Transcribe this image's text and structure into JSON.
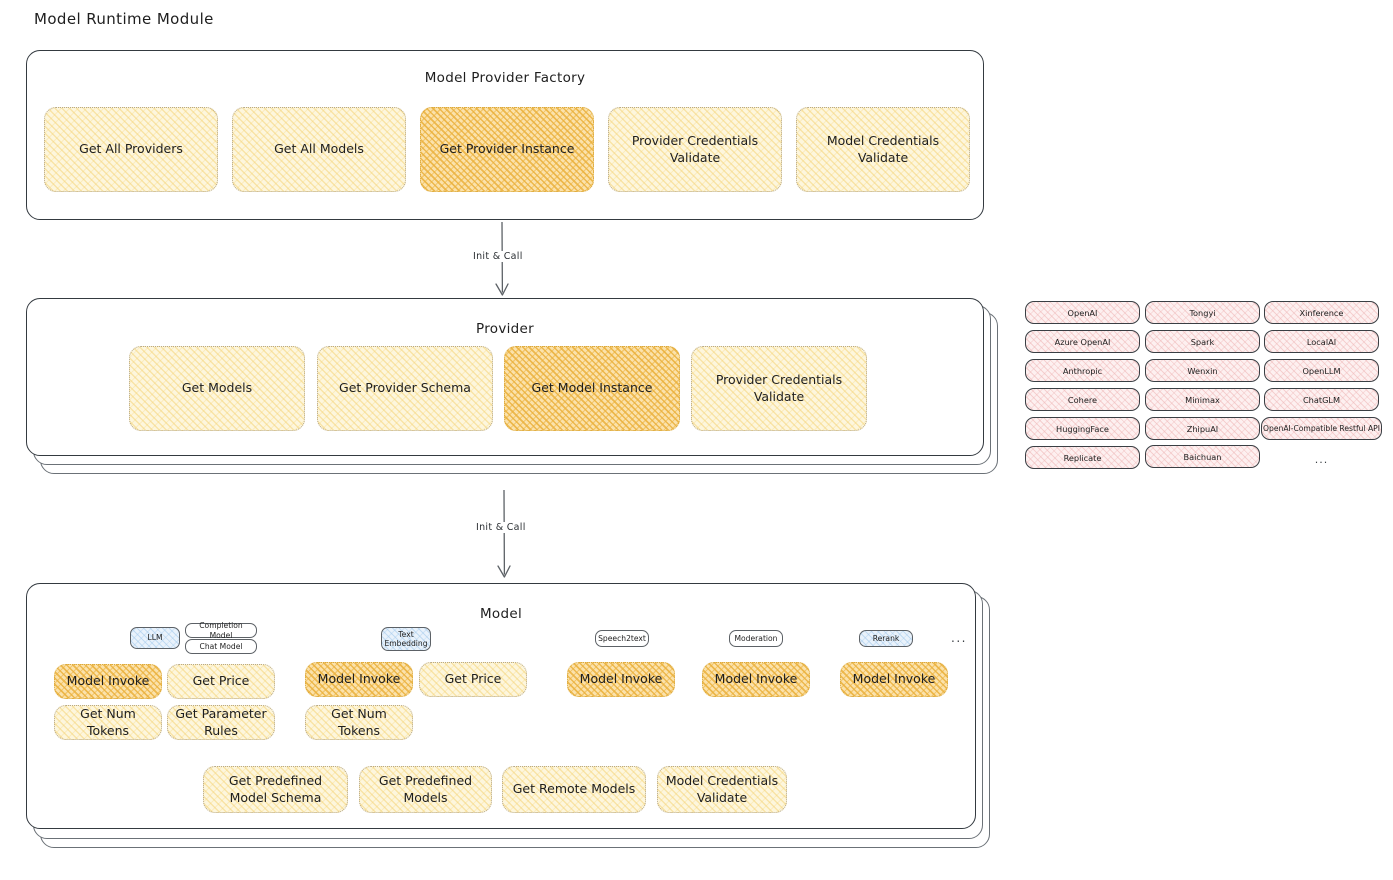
{
  "page": {
    "title": "Model Runtime Module"
  },
  "factory": {
    "label": "Model Provider Factory",
    "cards": [
      {
        "label": "Get All Providers",
        "highlight": false
      },
      {
        "label": "Get All Models",
        "highlight": false
      },
      {
        "label": "Get Provider Instance",
        "highlight": true
      },
      {
        "label": "Provider Credentials Validate",
        "highlight": false
      },
      {
        "label": "Model Credentials Validate",
        "highlight": false
      }
    ]
  },
  "arrow1": {
    "label": "Init & Call"
  },
  "provider": {
    "label": "Provider",
    "cards": [
      {
        "label": "Get Models",
        "highlight": false
      },
      {
        "label": "Get Provider Schema",
        "highlight": false
      },
      {
        "label": "Get Model Instance",
        "highlight": true
      },
      {
        "label": "Provider Credentials Validate",
        "highlight": false
      }
    ]
  },
  "provider_list": {
    "column1": [
      "OpenAI",
      "Azure OpenAI",
      "Anthropic",
      "Cohere",
      "HuggingFace",
      "Replicate"
    ],
    "column2": [
      "Tongyi",
      "Spark",
      "Wenxin",
      "Minimax",
      "ZhipuAI",
      "Baichuan"
    ],
    "column3": [
      "Xinference",
      "LocalAI",
      "OpenLLM",
      "ChatGLM",
      "OpenAI-Compatible Restful API"
    ],
    "column3_more": "..."
  },
  "arrow2": {
    "label": "Init & Call"
  },
  "model": {
    "label": "Model",
    "more": "...",
    "types": [
      {
        "badge": "LLM",
        "badge_blue": true,
        "sub_badges": [
          "Completion Model",
          "Chat Model"
        ],
        "cards": [
          {
            "label": "Model Invoke",
            "highlight": true
          },
          {
            "label": "Get Price",
            "highlight": false
          },
          {
            "label": "Get Num Tokens",
            "highlight": false
          },
          {
            "label": "Get Parameter Rules",
            "highlight": false
          }
        ]
      },
      {
        "badge": "Text Embedding",
        "badge_blue": true,
        "sub_badges": [],
        "cards": [
          {
            "label": "Model Invoke",
            "highlight": true
          },
          {
            "label": "Get Price",
            "highlight": false
          },
          {
            "label": "Get Num Tokens",
            "highlight": false
          }
        ]
      },
      {
        "badge": "Speech2text",
        "badge_blue": false,
        "sub_badges": [],
        "cards": [
          {
            "label": "Model Invoke",
            "highlight": true
          }
        ]
      },
      {
        "badge": "Moderation",
        "badge_blue": false,
        "sub_badges": [],
        "cards": [
          {
            "label": "Model Invoke",
            "highlight": true
          }
        ]
      },
      {
        "badge": "Rerank",
        "badge_blue": true,
        "sub_badges": [],
        "cards": [
          {
            "label": "Model Invoke",
            "highlight": true
          }
        ]
      }
    ],
    "bottom_cards": [
      {
        "label": "Get Predefined Model Schema"
      },
      {
        "label": "Get Predefined Models"
      },
      {
        "label": "Get Remote Models"
      },
      {
        "label": "Model Credentials Validate"
      }
    ]
  },
  "colors": {
    "card_fill": "#fdf6dd",
    "card_highlight_fill": "#fbe2ab",
    "chip_fill": "#fdf0f0",
    "badge_blue_fill": "#e9f2fb",
    "stroke": "#343a40"
  }
}
